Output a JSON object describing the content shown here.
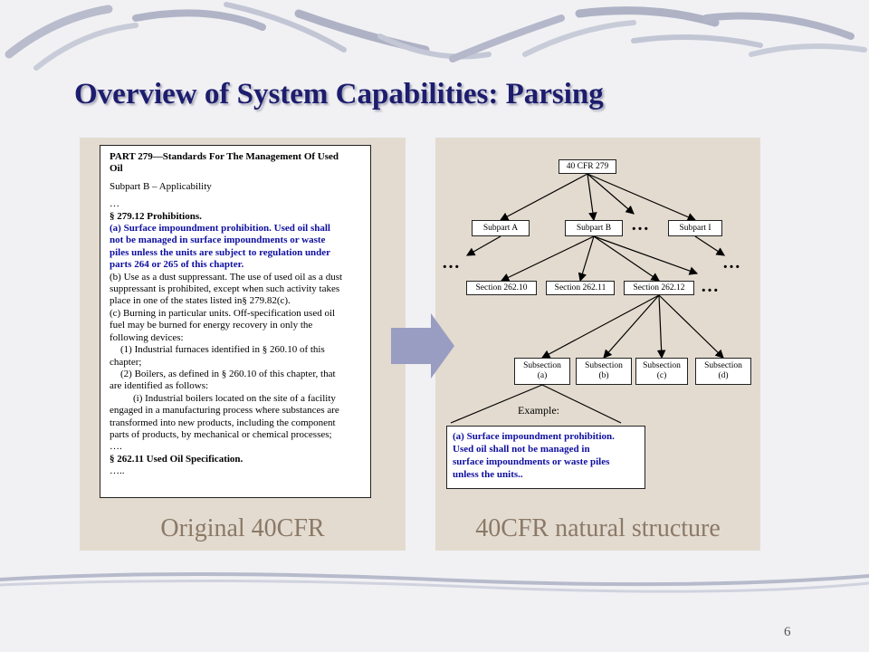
{
  "slide": {
    "title": "Overview of System Capabilities: Parsing",
    "page_number": "6"
  },
  "original_doc": {
    "caption": "Original 40CFR",
    "lines": [
      {
        "text": "PART 279—Standards For The Management Of Used",
        "style": "b"
      },
      {
        "text": "Oil",
        "style": "b"
      },
      {
        "text": "",
        "style": "gap"
      },
      {
        "text": "Subpart B – Applicability",
        "style": ""
      },
      {
        "text": "",
        "style": "gap"
      },
      {
        "text": "…",
        "style": ""
      },
      {
        "text": "§ 279.12 Prohibitions.",
        "style": "b"
      },
      {
        "text": "(a) Surface impoundment prohibition. Used oil shall",
        "style": "blue"
      },
      {
        "text": "not be managed in surface impoundments or waste",
        "style": "blue"
      },
      {
        "text": "piles unless the units are subject to regulation under",
        "style": "blue"
      },
      {
        "text": "parts 264 or 265 of this chapter.",
        "style": "blue"
      },
      {
        "text": "(b) Use as a dust suppressant. The use of used oil as a dust",
        "style": ""
      },
      {
        "text": "suppressant is prohibited, except when such activity takes",
        "style": ""
      },
      {
        "text": "place in one of the states listed in§ 279.82(c).",
        "style": ""
      },
      {
        "text": "(c) Burning in particular units. Off-specification used oil",
        "style": ""
      },
      {
        "text": "fuel may be burned for energy recovery in only the",
        "style": ""
      },
      {
        "text": "following devices:",
        "style": ""
      },
      {
        "text": "(1) Industrial furnaces identified in § 260.10 of this",
        "style": "ind1"
      },
      {
        "text": "chapter;",
        "style": ""
      },
      {
        "text": "(2) Boilers, as defined in § 260.10 of this chapter, that",
        "style": "ind1"
      },
      {
        "text": "are identified as follows:",
        "style": ""
      },
      {
        "text": "(i) Industrial boilers located on the site of a facility",
        "style": "ind2"
      },
      {
        "text": "engaged in a manufacturing process where substances are",
        "style": ""
      },
      {
        "text": "transformed into new products, including the component",
        "style": ""
      },
      {
        "text": "parts of products, by mechanical or chemical processes;",
        "style": ""
      },
      {
        "text": "….",
        "style": ""
      },
      {
        "text": "§ 262.11 Used Oil Specification.",
        "style": "b"
      },
      {
        "text": "…..",
        "style": ""
      }
    ]
  },
  "structure": {
    "caption": "40CFR natural structure",
    "root": {
      "id": "root",
      "label": "40 CFR 279"
    },
    "subparts": [
      {
        "id": "sa",
        "label": "Subpart A"
      },
      {
        "id": "sb",
        "label": "Subpart B"
      },
      {
        "id": "si",
        "label": "Subpart I"
      }
    ],
    "sections": [
      {
        "id": "s1",
        "label": "Section 262.10"
      },
      {
        "id": "s2",
        "label": "Section 262.11"
      },
      {
        "id": "s3",
        "label": "Section 262.12"
      }
    ],
    "subsections": [
      {
        "id": "ua",
        "label": "Subsection (a)"
      },
      {
        "id": "ub",
        "label": "Subsection (b)"
      },
      {
        "id": "uc",
        "label": "Subsection (c)"
      },
      {
        "id": "ud",
        "label": "Subsection (d)"
      }
    ],
    "edges": [
      [
        "root",
        "sa"
      ],
      [
        "root",
        "sb"
      ],
      [
        "root",
        "si"
      ],
      [
        "sb",
        "s1"
      ],
      [
        "sb",
        "s2"
      ],
      [
        "sb",
        "s3"
      ],
      [
        "s3",
        "ua"
      ],
      [
        "s3",
        "ub"
      ],
      [
        "s3",
        "uc"
      ],
      [
        "s3",
        "ud"
      ]
    ],
    "ellipsis": "…",
    "example_label": "Example:",
    "example_lines": [
      "(a) Surface impoundment prohibition.",
      "Used oil shall not be managed in",
      "surface impoundments or waste piles",
      "unless the units.."
    ]
  }
}
